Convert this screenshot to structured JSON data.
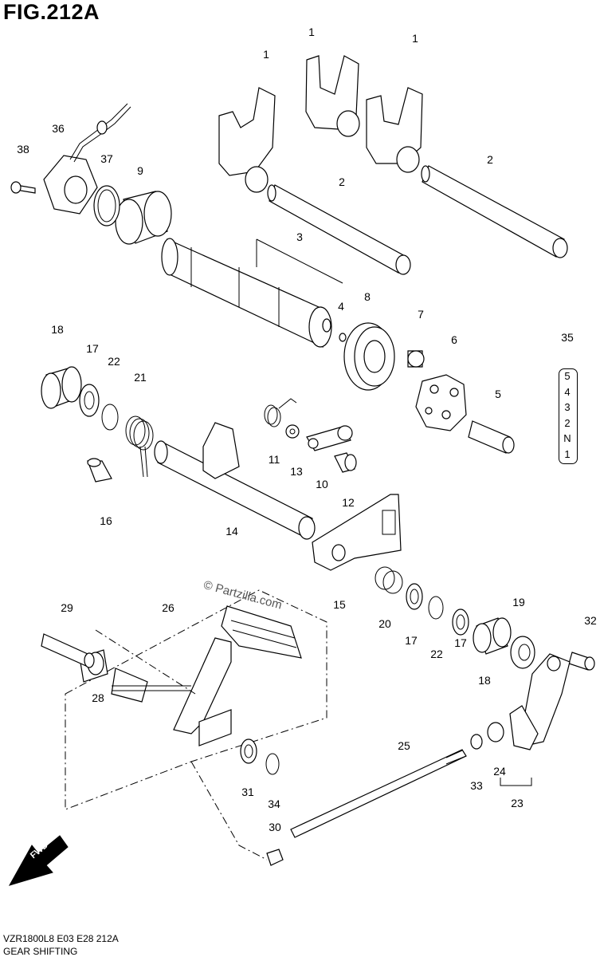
{
  "figure": {
    "title": "FIG.212A",
    "watermark": "© Partzilla.com",
    "model_code": "VZR1800L8  E03  E28  212A",
    "section_title": "GEAR SHIFTING"
  },
  "labels": [
    "1",
    "1",
    "1",
    "2",
    "2",
    "3",
    "4",
    "5",
    "6",
    "7",
    "8",
    "9",
    "10",
    "11",
    "12",
    "13",
    "14",
    "15",
    "16",
    "17",
    "17",
    "17",
    "18",
    "18",
    "19",
    "20",
    "21",
    "22",
    "22",
    "23",
    "24",
    "25",
    "26",
    "28",
    "29",
    "30",
    "31",
    "32",
    "33",
    "34",
    "35",
    "36",
    "37",
    "38"
  ],
  "gear_positions": [
    "5",
    "4",
    "3",
    "2",
    "N",
    "1"
  ],
  "fwd_label": "FWD",
  "colors": {
    "line": "#000000",
    "fill": "#ffffff",
    "shade": "#d9d9d9"
  }
}
